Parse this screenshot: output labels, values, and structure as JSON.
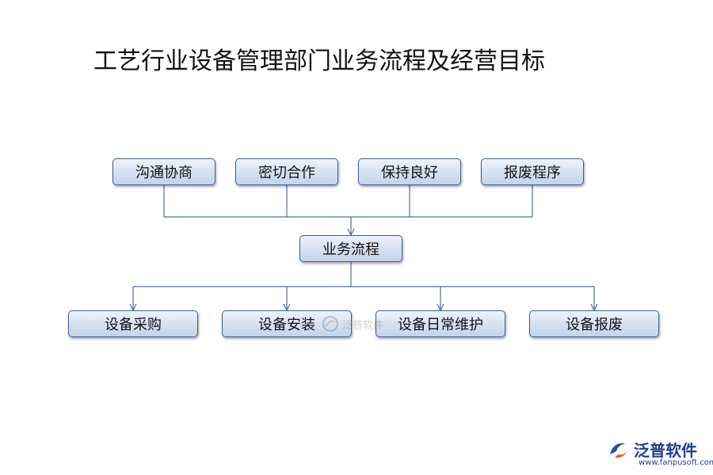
{
  "title": "工艺行业设备管理部门业务流程及经营目标",
  "top_row": [
    {
      "id": "negotiation",
      "label": "沟通协商"
    },
    {
      "id": "cooperation",
      "label": "密切合作"
    },
    {
      "id": "maintain-good",
      "label": "保持良好"
    },
    {
      "id": "scrap-procedure",
      "label": "报废程序"
    }
  ],
  "center": {
    "label": "业务流程"
  },
  "bottom_row": [
    {
      "id": "procurement",
      "label": "设备采购"
    },
    {
      "id": "installation",
      "label": "设备安装"
    },
    {
      "id": "daily-maintenance",
      "label": "设备日常维护"
    },
    {
      "id": "scrapping",
      "label": "设备报废"
    }
  ],
  "watermark": {
    "text": "泛普软件"
  },
  "brand": {
    "name": "泛普软件",
    "url": "www.fanpusoft.com"
  },
  "colors": {
    "node_border": "#3d5f8f",
    "connector": "#4a6fa5",
    "brand": "#1f3f8a"
  }
}
